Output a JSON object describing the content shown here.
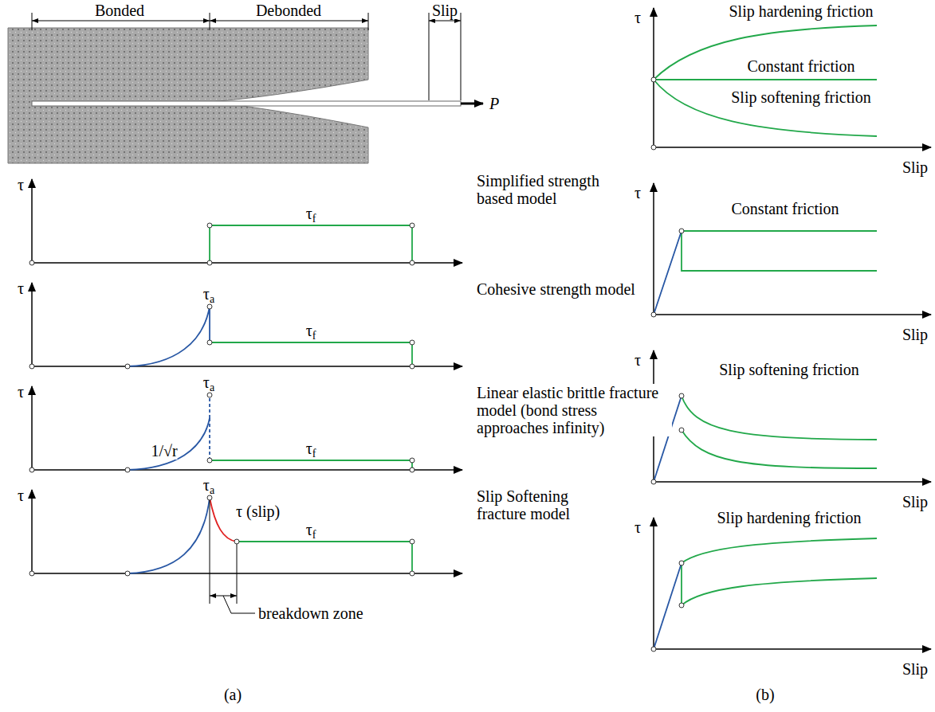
{
  "diagram": {
    "labels": [
      "Bonded",
      "Debonded",
      "Slip",
      "P",
      "τ",
      "Simplified strength based model",
      "τf",
      "τ",
      "τa",
      "Cohesive strength model",
      "τf",
      "τ",
      "τa",
      "1/√r",
      "Linear elastic brittle fracture model (bond stress approaches infinity)",
      "τf",
      "τ",
      "τa",
      "τ (slip)",
      "τf",
      "Slip Softening fracture model",
      "breakdown zone",
      "(a)",
      "τ",
      "Slip hardening friction",
      "Constant friction",
      "Slip softening friction",
      "Slip",
      "τ",
      "Constant friction",
      "Slip",
      "τ",
      "Slip softening friction",
      "Slip",
      "τ",
      "Slip hardening friction",
      "Slip",
      "(b)"
    ]
  }
}
